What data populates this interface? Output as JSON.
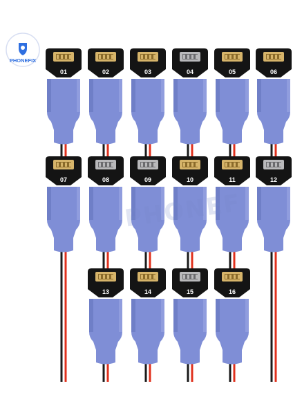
{
  "brand": {
    "name": "PHONEFIX",
    "logo_color": "#2f6fe0"
  },
  "watermark_text": "PHONEF",
  "colors": {
    "sleeve": "#7f8ed6",
    "sleeve_shade": "#5e6cb6",
    "board": "#141414",
    "wire_red": "#e0301c",
    "wire_black": "#1a1a1a",
    "label": "#ffffff"
  },
  "cables": [
    {
      "label": "01",
      "connector": "gold"
    },
    {
      "label": "02",
      "connector": "gold"
    },
    {
      "label": "03",
      "connector": "gold"
    },
    {
      "label": "04",
      "connector": "silver"
    },
    {
      "label": "05",
      "connector": "gold"
    },
    {
      "label": "06",
      "connector": "gold"
    },
    {
      "label": "07",
      "connector": "gold"
    },
    {
      "label": "08",
      "connector": "silver"
    },
    {
      "label": "09",
      "connector": "silver"
    },
    {
      "label": "10",
      "connector": "gold"
    },
    {
      "label": "11",
      "connector": "gold"
    },
    {
      "label": "12",
      "connector": "silver"
    },
    {
      "label": "13",
      "connector": "gold"
    },
    {
      "label": "14",
      "connector": "gold"
    },
    {
      "label": "15",
      "connector": "silver"
    },
    {
      "label": "16",
      "connector": "gold"
    }
  ]
}
